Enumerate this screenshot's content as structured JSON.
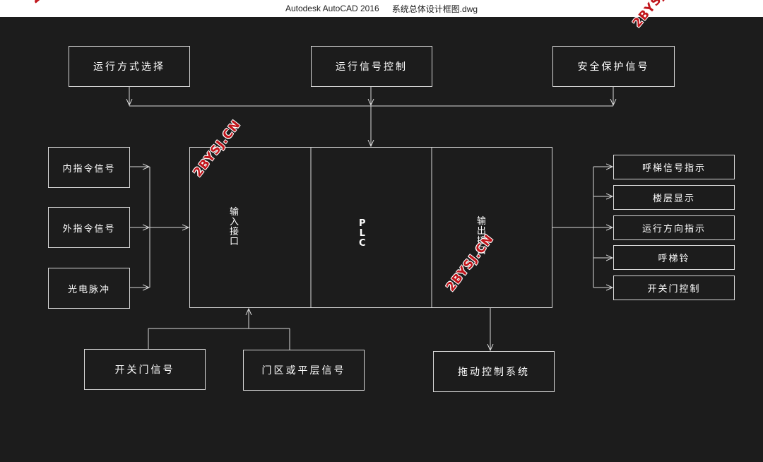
{
  "titlebar": {
    "app": "Autodesk AutoCAD 2016",
    "file": "系统总体设计框图.dwg"
  },
  "boxes": {
    "mode_select": "运行方式选择",
    "run_signal": "运行信号控制",
    "safety": "安全保护信号",
    "inner_cmd": "内指令信号",
    "outer_cmd": "外指令信号",
    "photo_pulse": "光电脉冲",
    "call_indicator": "呼梯信号指示",
    "floor_display": "楼层显示",
    "direction_indicator": "运行方向指示",
    "call_bell": "呼梯铃",
    "door_control": "开关门控制",
    "door_signal": "开关门信号",
    "door_zone": "门区或平层信号",
    "drive_control": "拖动控制系统"
  },
  "core": {
    "input": [
      "输",
      "入",
      "接",
      "口"
    ],
    "plc": [
      "P",
      "L",
      "C"
    ],
    "output": [
      "输",
      "出",
      "接",
      "口"
    ]
  },
  "watermark": "2BYSJ.CN",
  "colors": {
    "background": "#1c1c1c",
    "line": "#d8d8d8",
    "watermark": "#c0151b"
  }
}
